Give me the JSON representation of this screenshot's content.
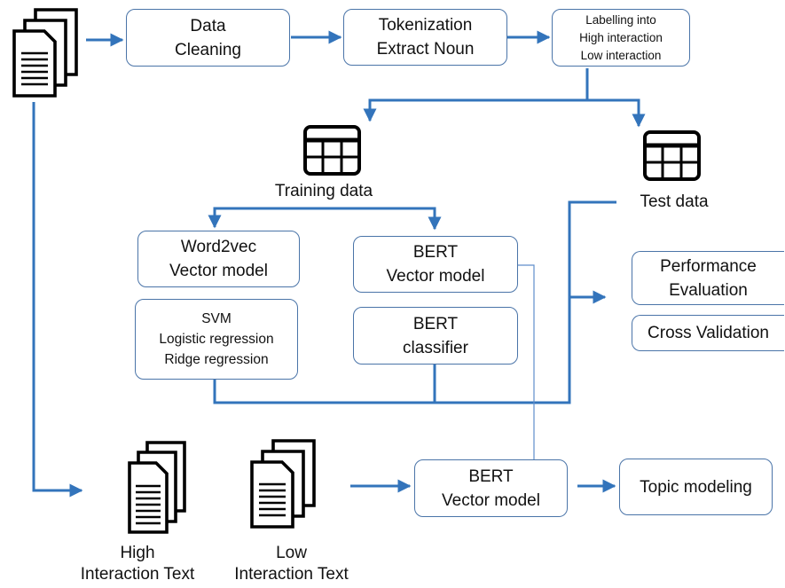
{
  "nodes": {
    "data_cleaning": [
      "Data",
      "Cleaning"
    ],
    "tokenization": [
      "Tokenization",
      "Extract Noun"
    ],
    "labelling": [
      "Labelling into",
      "High interaction",
      "Low interaction"
    ],
    "training_data": "Training data",
    "test_data": "Test data",
    "word2vec": [
      "Word2vec",
      "Vector model"
    ],
    "bert_vector_top": [
      "BERT",
      "Vector model"
    ],
    "classifiers": [
      "SVM",
      "Logistic regression",
      "Ridge regression"
    ],
    "bert_classifier": [
      "BERT",
      "classifier"
    ],
    "performance": [
      "Performance",
      "Evaluation"
    ],
    "cross_validation": "Cross Validation",
    "high_text": [
      "High",
      "Interaction Text"
    ],
    "low_text": [
      "Low",
      "Interaction Text"
    ],
    "bert_vector_bottom": [
      "BERT",
      "Vector model"
    ],
    "topic_modeling": "Topic modeling"
  },
  "icons": {
    "source": "document-stack-icon",
    "training": "table-icon",
    "test": "table-icon",
    "high": "document-stack-icon",
    "low": "document-stack-icon"
  },
  "colors": {
    "arrow": "#3374bb",
    "box_border": "#4a74a8"
  }
}
